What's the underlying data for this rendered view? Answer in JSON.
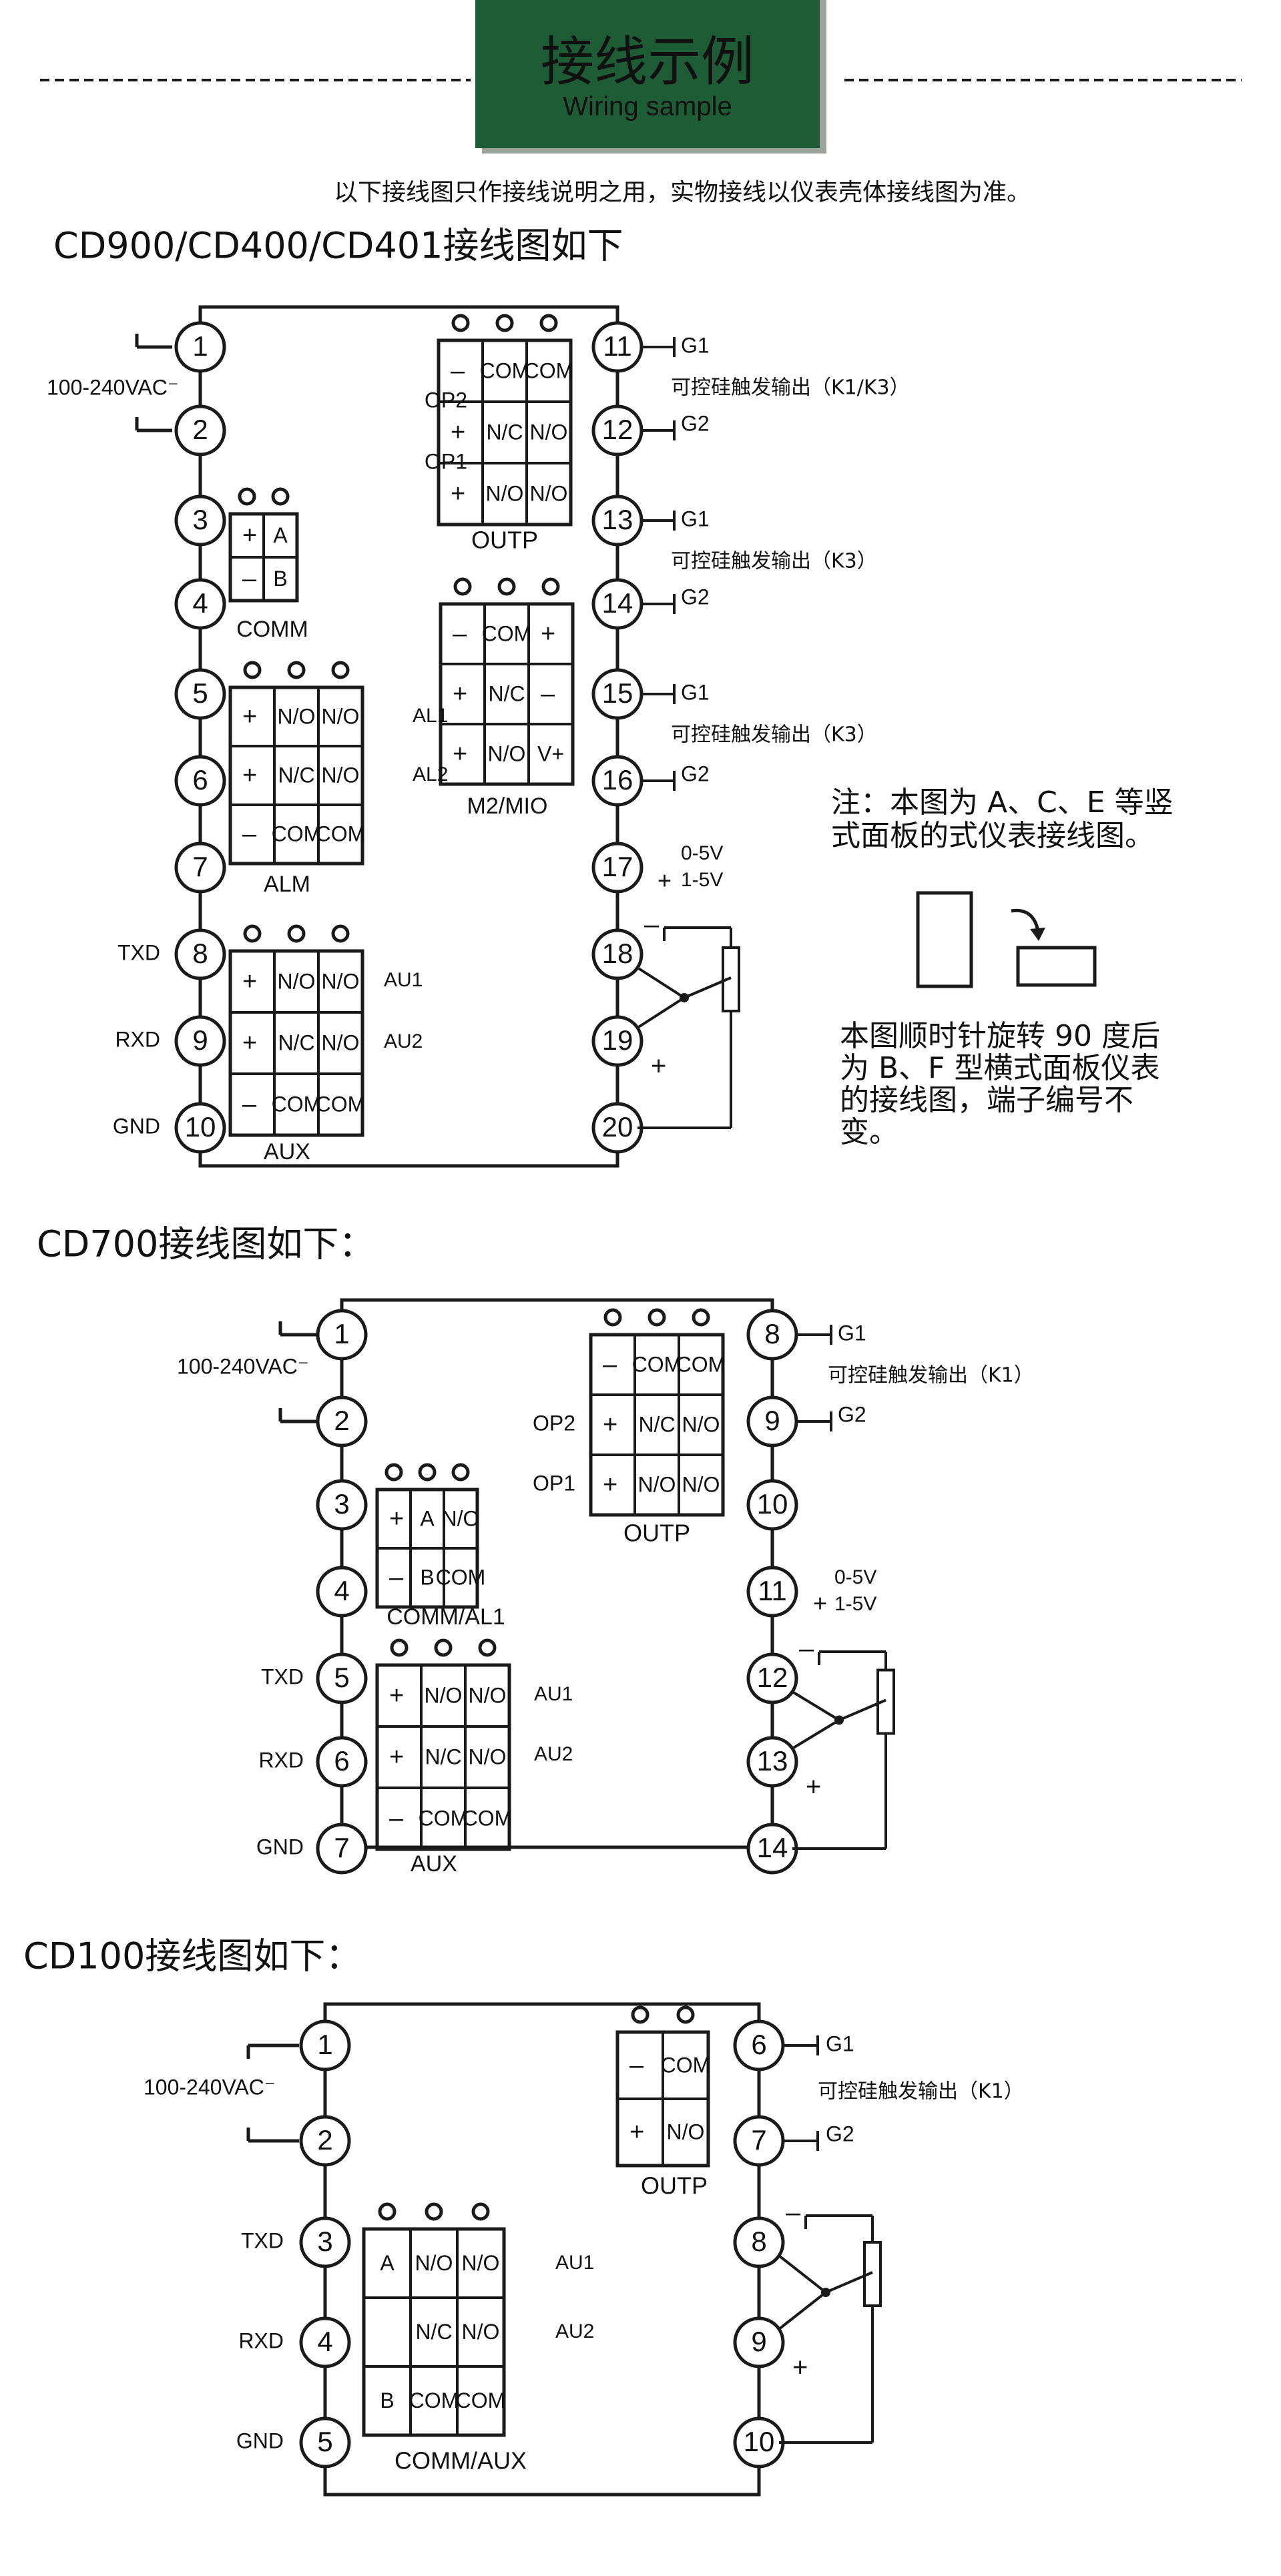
{
  "header": {
    "title": "接线示例",
    "subtitle": "Wiring sample",
    "note": "以下接线图只作接线说明之用，实物接线以仪表壳体接线图为准。",
    "colors": {
      "banner": "#1e5c36",
      "line": "#1a1a1a"
    }
  },
  "sections": [
    {
      "id": "cd900",
      "title": "CD900/CD400/CD401接线图如下",
      "power_label": "100-240VAC⁻",
      "left_terminals": [
        "1",
        "2",
        "3",
        "4",
        "5",
        "6",
        "7",
        "8",
        "9",
        "10"
      ],
      "left_signals": {
        "8": "TXD",
        "9": "RXD",
        "10": "GND"
      },
      "right_terminals": [
        "11",
        "12",
        "13",
        "14",
        "15",
        "16",
        "17",
        "18",
        "19",
        "20"
      ],
      "right_labels": [
        {
          "g1": "G1",
          "g2": "G2",
          "desc": "可控硅触发输出（K1/K3）"
        },
        {
          "g1": "G1",
          "g2": "G2",
          "desc": "可控硅触发输出（K3）"
        },
        {
          "g1": "G1",
          "g2": "G2",
          "desc": "可控硅触发输出（K3）"
        }
      ],
      "analog": {
        "a": "0-5V",
        "b": "1-5V",
        "plus": "+"
      },
      "sensor": {
        "minus": "–",
        "plus": "+"
      },
      "blocks": [
        {
          "name": "OUTP",
          "rows": [
            [
              "–",
              "COM",
              "COM"
            ],
            [
              "+",
              "N/C",
              "N/O"
            ],
            [
              "+",
              "N/O",
              "N/O"
            ]
          ],
          "row_labels_left": [
            "",
            "OP2",
            "OP1"
          ]
        },
        {
          "name": "COMM",
          "rows": [
            [
              "+",
              "A"
            ],
            [
              "–",
              "B"
            ]
          ]
        },
        {
          "name": "M2/MIO",
          "rows": [
            [
              "–",
              "COM",
              "+"
            ],
            [
              "+",
              "N/C",
              "–"
            ],
            [
              "+",
              "N/O",
              "V+"
            ]
          ]
        },
        {
          "name": "ALM",
          "rows": [
            [
              "+",
              "N/O",
              "N/O"
            ],
            [
              "+",
              "N/C",
              "N/O"
            ],
            [
              "–",
              "COM",
              "COM"
            ]
          ],
          "row_labels_right": [
            "AL1",
            "AL2",
            ""
          ]
        },
        {
          "name": "AUX",
          "rows": [
            [
              "+",
              "N/O",
              "N/O"
            ],
            [
              "+",
              "N/C",
              "N/O"
            ],
            [
              "–",
              "COM",
              "COM"
            ]
          ],
          "row_labels_right": [
            "AU1",
            "AU2",
            ""
          ]
        }
      ],
      "note_lines": [
        "注：本图为 A、C、E 等竖",
        "式面板的式仪表接线图。"
      ],
      "rotate_lines": [
        "本图顺时针旋转 90 度后",
        "为 B、F 型横式面板仪表",
        "的接线图，端子编号不",
        "变。"
      ]
    },
    {
      "id": "cd700",
      "title": "CD700接线图如下：",
      "power_label": "100-240VAC⁻",
      "left_terminals": [
        "1",
        "2",
        "3",
        "4",
        "5",
        "6",
        "7"
      ],
      "left_signals": {
        "5": "TXD",
        "6": "RXD",
        "7": "GND"
      },
      "right_terminals": [
        "8",
        "9",
        "10",
        "11",
        "12",
        "13",
        "14"
      ],
      "right_labels": [
        {
          "g1": "G1",
          "g2": "G2",
          "desc": "可控硅触发输出（K1）"
        }
      ],
      "analog": {
        "a": "0-5V",
        "b": "1-5V",
        "plus": "+"
      },
      "sensor": {
        "minus": "–",
        "plus": "+"
      },
      "blocks": [
        {
          "name": "OUTP",
          "rows": [
            [
              "–",
              "COM",
              "COM"
            ],
            [
              "+",
              "N/C",
              "N/O"
            ],
            [
              "+",
              "N/O",
              "N/O"
            ]
          ],
          "row_labels_left": [
            "",
            "OP2",
            "OP1"
          ]
        },
        {
          "name": "COMM/AL1",
          "rows": [
            [
              "+",
              "A",
              "N/O"
            ],
            [
              "–",
              "B",
              "COM"
            ]
          ]
        },
        {
          "name": "AUX",
          "rows": [
            [
              "+",
              "N/O",
              "N/O"
            ],
            [
              "+",
              "N/C",
              "N/O"
            ],
            [
              "–",
              "COM",
              "COM"
            ]
          ],
          "row_labels_right": [
            "AU1",
            "AU2",
            ""
          ]
        }
      ]
    },
    {
      "id": "cd100",
      "title": "CD100接线图如下：",
      "power_label": "100-240VAC⁻",
      "left_terminals": [
        "1",
        "2",
        "3",
        "4",
        "5"
      ],
      "left_signals": {
        "3": "TXD",
        "4": "RXD",
        "5": "GND"
      },
      "right_terminals": [
        "6",
        "7",
        "8",
        "9",
        "10"
      ],
      "right_labels": [
        {
          "g1": "G1",
          "g2": "G2",
          "desc": "可控硅触发输出（K1）"
        }
      ],
      "sensor": {
        "minus": "–",
        "plus": "+"
      },
      "blocks": [
        {
          "name": "OUTP",
          "rows": [
            [
              "–",
              "COM"
            ],
            [
              "+",
              "N/O"
            ]
          ]
        },
        {
          "name": "COMM/AUX",
          "rows": [
            [
              "A",
              "N/O",
              "N/O"
            ],
            [
              "",
              "N/C",
              "N/O"
            ],
            [
              "B",
              "COM",
              "COM"
            ]
          ],
          "row_labels_right": [
            "AU1",
            "AU2",
            ""
          ]
        }
      ]
    }
  ]
}
